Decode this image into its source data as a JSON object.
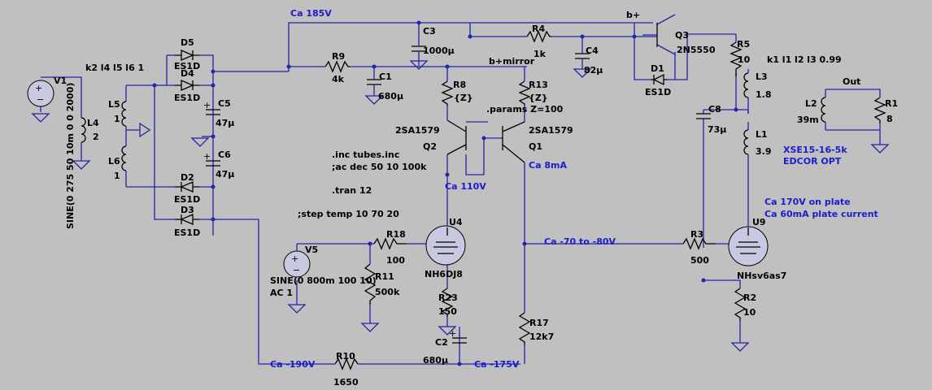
{
  "diagram": {
    "supply_net_labels": {
      "top": "b+",
      "mirror": "b+mirror",
      "out": "Out"
    },
    "couplings": {
      "input": "k2 l4 l5 l6 1",
      "output": "k1 l1 l2 l3 0.99"
    },
    "components": {
      "V1": {
        "name": "V1",
        "value": "SINE(0 275 50 10m 0 0 2000)"
      },
      "V5": {
        "name": "V5",
        "value": "SINE(0 800m 100 10)",
        "value2": "AC 1"
      },
      "L4": {
        "name": "L4",
        "value": "2"
      },
      "L5": {
        "name": "L5",
        "value": "1"
      },
      "L6": {
        "name": "L6",
        "value": "1"
      },
      "D5": {
        "name": "D5",
        "value": "ES1D"
      },
      "D4": {
        "name": "D4",
        "value": "ES1D"
      },
      "D2": {
        "name": "D2",
        "value": "ES1D"
      },
      "D3": {
        "name": "D3",
        "value": "ES1D"
      },
      "D1": {
        "name": "D1",
        "value": "ES1D"
      },
      "C5": {
        "name": "C5",
        "value": "47µ"
      },
      "C6": {
        "name": "C6",
        "value": "47µ"
      },
      "R9": {
        "name": "R9",
        "value": "4k"
      },
      "C1": {
        "name": "C1",
        "value": "680µ"
      },
      "C3": {
        "name": "C3",
        "value": "1000µ"
      },
      "R4": {
        "name": "R4",
        "value": "1k"
      },
      "C4": {
        "name": "C4",
        "value": "82µ"
      },
      "Q3": {
        "name": "Q3",
        "value": "2N5550"
      },
      "R5": {
        "name": "R5",
        "value": "10"
      },
      "L3": {
        "name": "L3",
        "value": "1.8"
      },
      "L1": {
        "name": "L1",
        "value": "3.9"
      },
      "C8": {
        "name": "C8",
        "value": "73µ"
      },
      "L2": {
        "name": "L2",
        "value": "39m"
      },
      "R1": {
        "name": "R1",
        "value": "8"
      },
      "R8": {
        "name": "R8",
        "value": "{Z}"
      },
      "R13": {
        "name": "R13",
        "value": "{Z}"
      },
      "Q2": {
        "name": "Q2",
        "value": "2SA1579"
      },
      "Q1": {
        "name": "Q1",
        "value": "2SA1579"
      },
      "U4": {
        "name": "U4",
        "value": "NH6DJ8"
      },
      "U9": {
        "name": "U9",
        "value": "NHsv6as7"
      },
      "R18": {
        "name": "R18",
        "value": "100"
      },
      "R11": {
        "name": "R11",
        "value": "500k"
      },
      "R23": {
        "name": "R23",
        "value": "150"
      },
      "C2": {
        "name": "C2",
        "value": "680µ"
      },
      "R17": {
        "name": "R17",
        "value": "12k7"
      },
      "R10": {
        "name": "R10",
        "value": "1650"
      },
      "R3": {
        "name": "R3",
        "value": "500"
      },
      "R2": {
        "name": "R2",
        "value": "10"
      }
    },
    "spice_directives": [
      ".params Z=100",
      ".inc tubes.inc",
      ";ac dec 50 10 100k",
      ".tran 12",
      ";step temp 10 70 20"
    ],
    "annotations": {
      "ca185": "Ca 185V",
      "ca8ma": "Ca 8mA",
      "ca110": "Ca 110V",
      "ca_7080": "Ca -70 to -80V",
      "ca_190": "Ca -190V",
      "ca_175": "Ca -175V",
      "ca170": "Ca 170V on plate",
      "ca60ma": "Ca 60mA plate current",
      "opt1": "XSE15-16-5k",
      "opt2": "EDCOR OPT"
    },
    "colors": {
      "background": "#c0c0c0",
      "wire": "#2424a8",
      "annotation": "#1c1ccc",
      "component": "#000000"
    }
  }
}
